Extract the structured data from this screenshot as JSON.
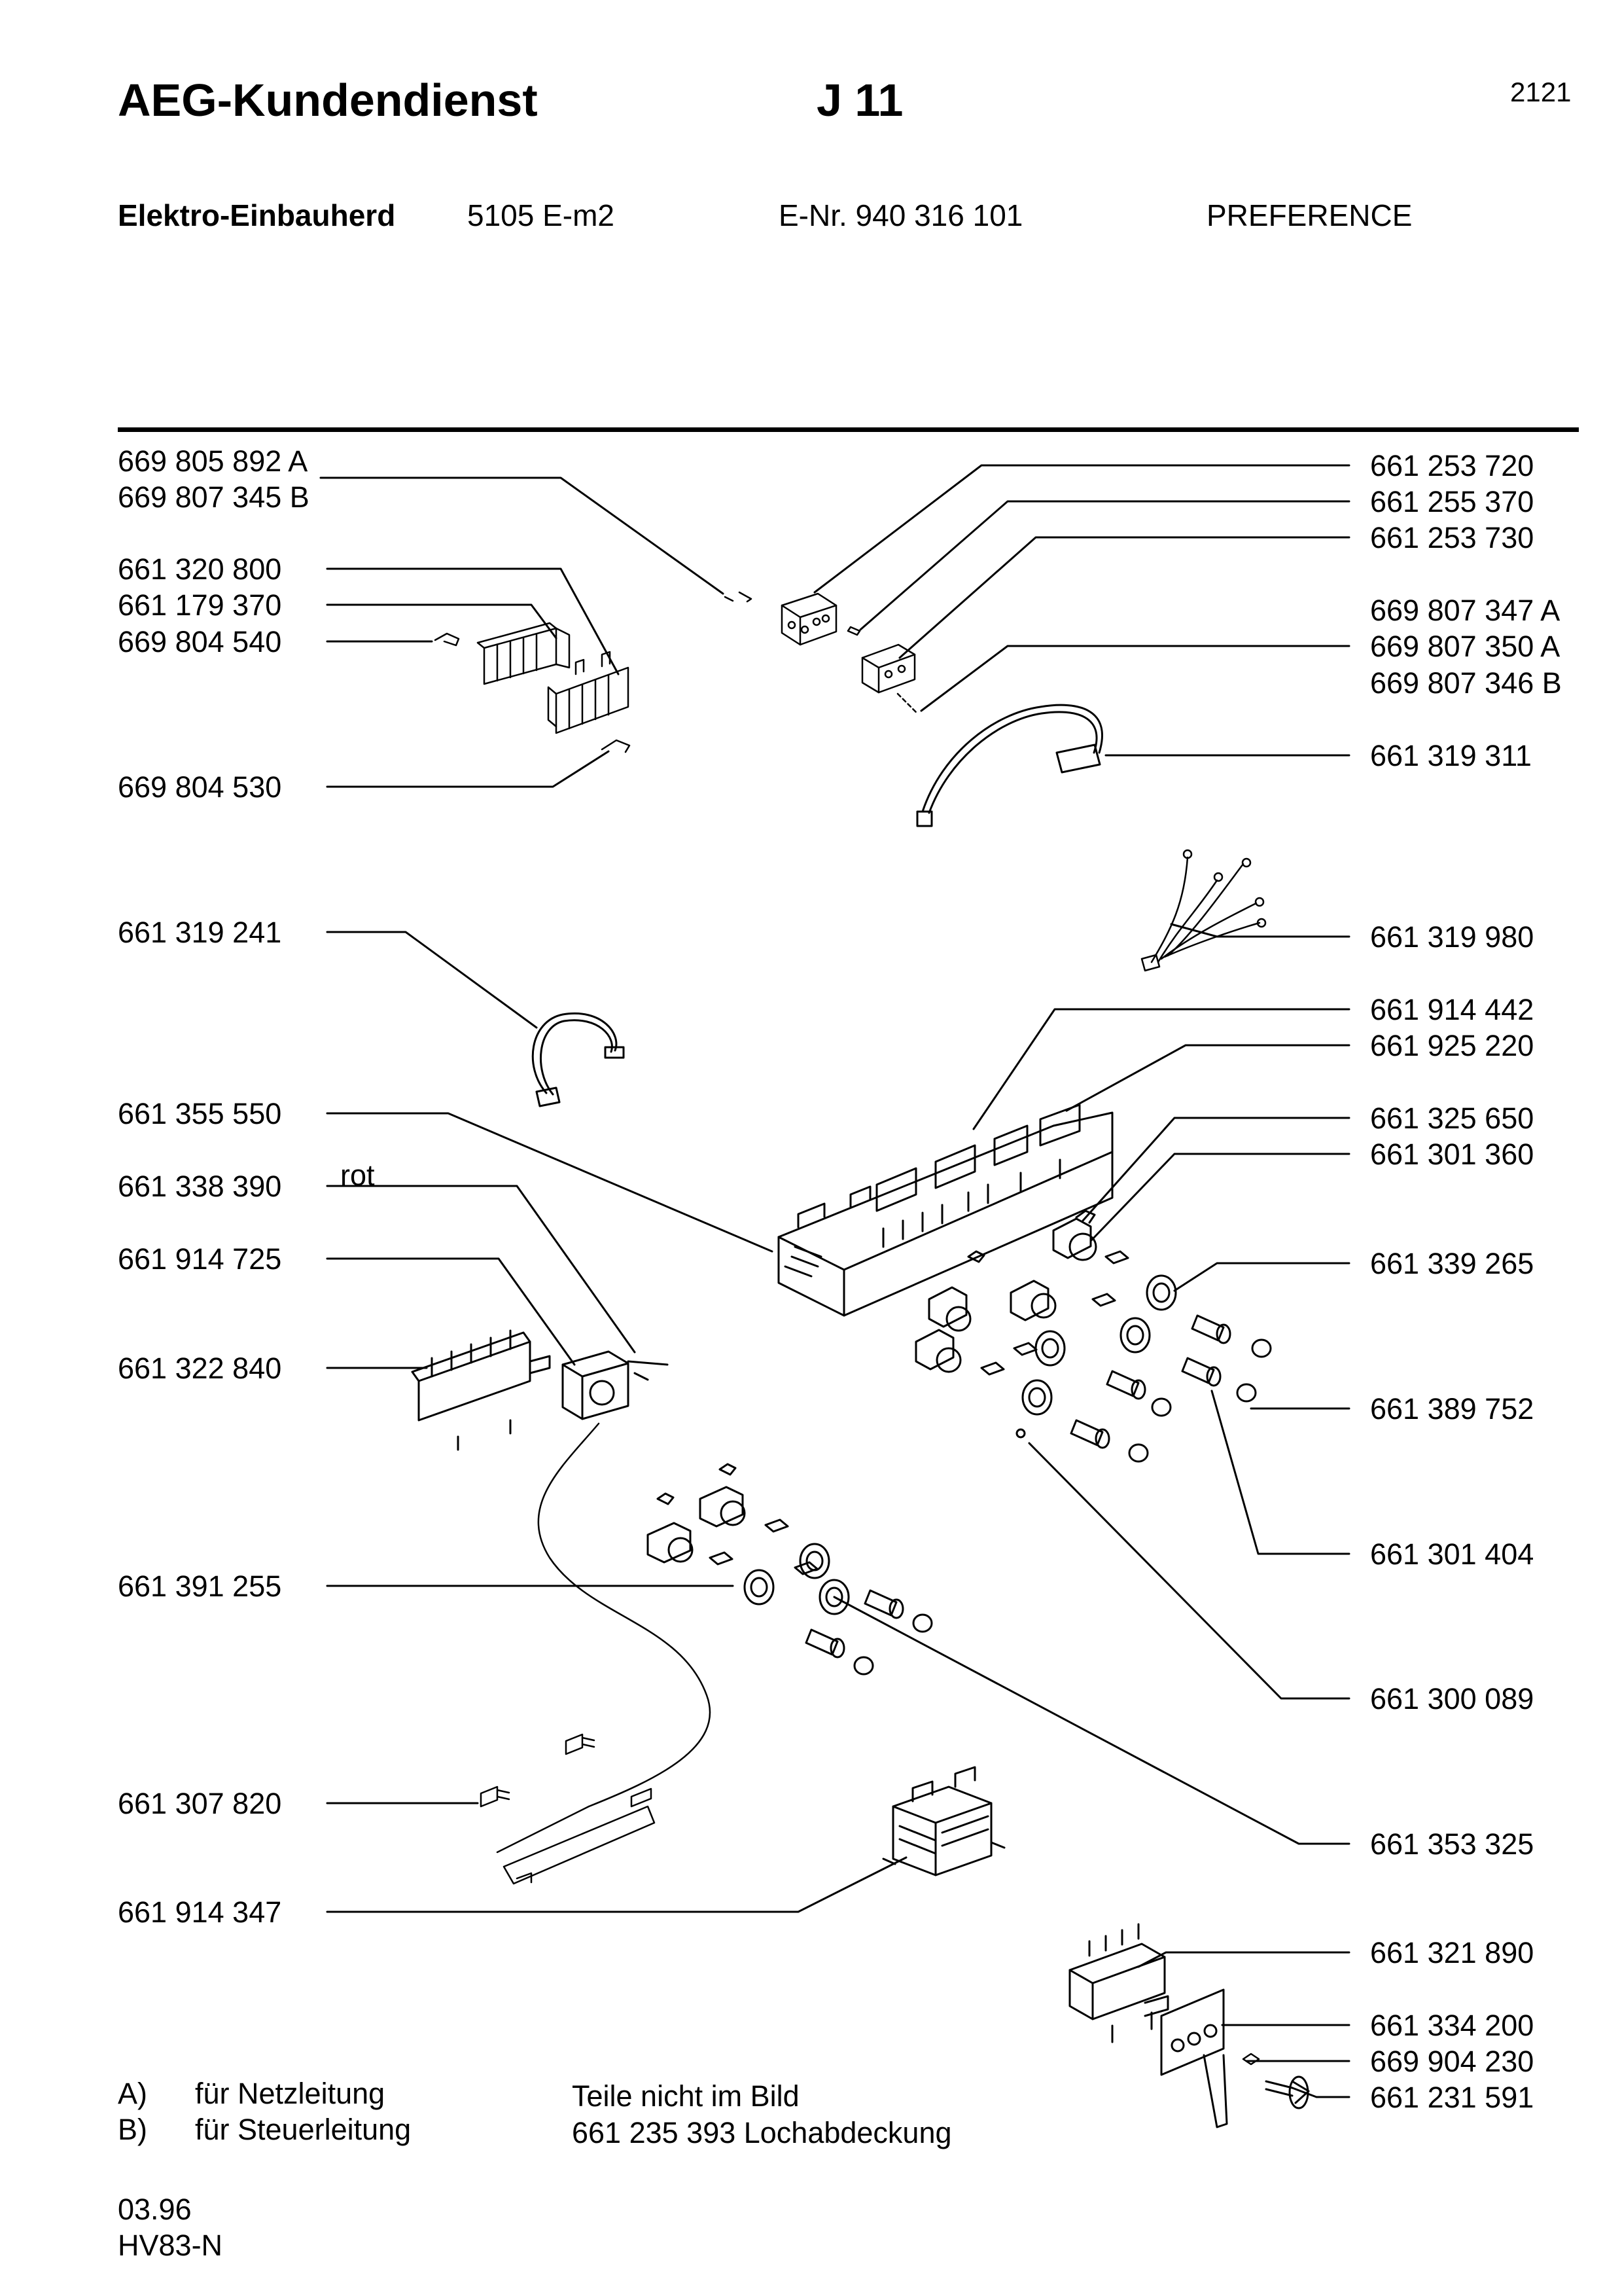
{
  "header": {
    "brand": "AEG-Kundendienst",
    "section": "J 11",
    "page_no": "2121",
    "product_type": "Elektro-Einbauherd",
    "model": "5105 E-m2",
    "enr": "E-Nr. 940 316 101",
    "line": "PREFERENCE"
  },
  "parts_left": [
    "669 805 892 A",
    "669 807 345 B",
    "661 320 800",
    "661 179 370",
    "669 804 540",
    "669 804 530",
    "661 319 241",
    "661 355 550",
    "661 338 390",
    "661 914 725",
    "661 322 840",
    "661 391 255",
    "661 307 820",
    "661 914 347"
  ],
  "parts_right": [
    "661 253 720",
    "661 255 370",
    "661 253 730",
    "669 807 347 A",
    "669 807 350 A",
    "669 807 346 B",
    "661 319 311",
    "661 319 980",
    "661 914 442",
    "661 925 220",
    "661 325 650",
    "661 301 360",
    "661 339 265",
    "661 389 752",
    "661 301 404",
    "661 300 089",
    "661 353 325",
    "661 321 890",
    "661 334 200",
    "669 904 230",
    "661 231 591"
  ],
  "wire_note": "rot",
  "notes": {
    "a_key": "A)",
    "a_text": "für Netzleitung",
    "b_key": "B)",
    "b_text": "für Steuerleitung",
    "not_shown_title": "Teile nicht im Bild",
    "not_shown_item": "661 235 393  Lochabdeckung"
  },
  "footer": {
    "date": "03.96",
    "code": "HV83-N"
  }
}
